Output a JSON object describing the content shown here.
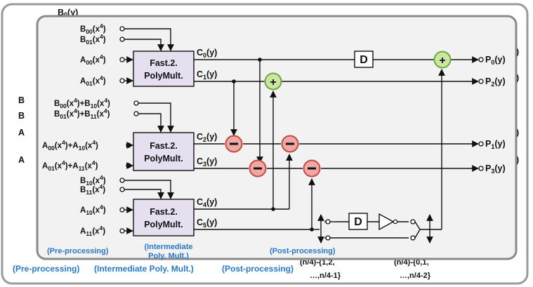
{
  "background_labels": {
    "b00": "B",
    "b_top": "B",
    "b01": "B",
    "a00": "A",
    "a01": "A"
  },
  "outer_bottom": {
    "pre": "(Pre-processing)",
    "inter": "(Intermediate Poly. Mult.)",
    "post": "(Post-processing)",
    "idx1_line1": "(n/4)-{1,2,",
    "idx1_line2": "…,n/4-1}",
    "idx2_line1": "(n/4)-{0,1,",
    "idx2_line2": "…,n/4-2}"
  },
  "inputs": {
    "top": {
      "b00": "B00(x4)",
      "b01": "B01(x4)",
      "a00": "A00(x4)",
      "a01": "A01(x4)"
    },
    "mid": {
      "b_sum0": "B00(x4)+B10(x4)",
      "b_sum1": "B01(x4)+B11(x4)",
      "a_sum0": "A00(x4)+A10(x4)",
      "a_sum1": "A01(x4)+A11(x4)"
    },
    "bot": {
      "b10": "B10(x4)",
      "b11": "B11(x4)",
      "a10": "A10(x4)",
      "a11": "A11(x4)"
    }
  },
  "blocks": {
    "line1": "Fast.2.",
    "line2": "PolyMult."
  },
  "block_outputs": {
    "c0": "C0(y)",
    "c1": "C1(y)",
    "c2": "C2(y)",
    "c3": "C3(y)",
    "c4": "C4(y)",
    "c5": "C5(y)"
  },
  "outputs": {
    "p0": "P0(y)",
    "p2": "P2(y)",
    "p1": "P1(y)",
    "p3": "P3(y)"
  },
  "delay_label": "D",
  "inner_sections": {
    "pre": "(Pre-processing)",
    "inter_line1": "(Intermediate",
    "inter_line2": "Poly. Mult.)",
    "post": "(Post-processing)"
  },
  "colors": {
    "block_fill": "#e6dff0",
    "panel_fill": "#f2f2f2",
    "adder_fill": "#c9e6a3",
    "adder_stroke": "#6ea83c",
    "sub_fill": "#f0a8a4",
    "sub_stroke": "#c44a44",
    "section_label": "#2a78c8"
  }
}
